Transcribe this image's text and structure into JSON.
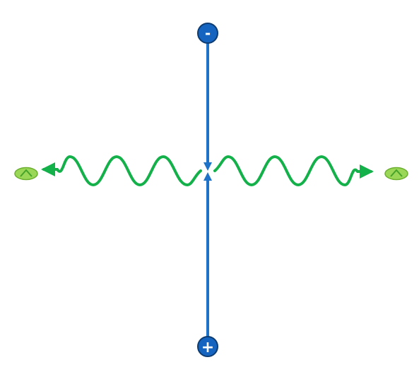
{
  "diagram": {
    "nodes": [
      {
        "id": "negative",
        "symbol": "minus",
        "label": "-"
      },
      {
        "id": "positive",
        "symbol": "plus",
        "label": "+"
      }
    ],
    "emitters": [
      {
        "id": "left",
        "direction": "left"
      },
      {
        "id": "right",
        "direction": "right"
      }
    ],
    "colors": {
      "node_fill": "#1565C0",
      "node_stroke": "#0D3C73",
      "axis": "#1E73C9",
      "wave": "#14B14B",
      "emitter_fill": "#9BD756",
      "emitter_stroke": "#6BAF2F",
      "emitter_chevron": "#46A32A"
    }
  }
}
